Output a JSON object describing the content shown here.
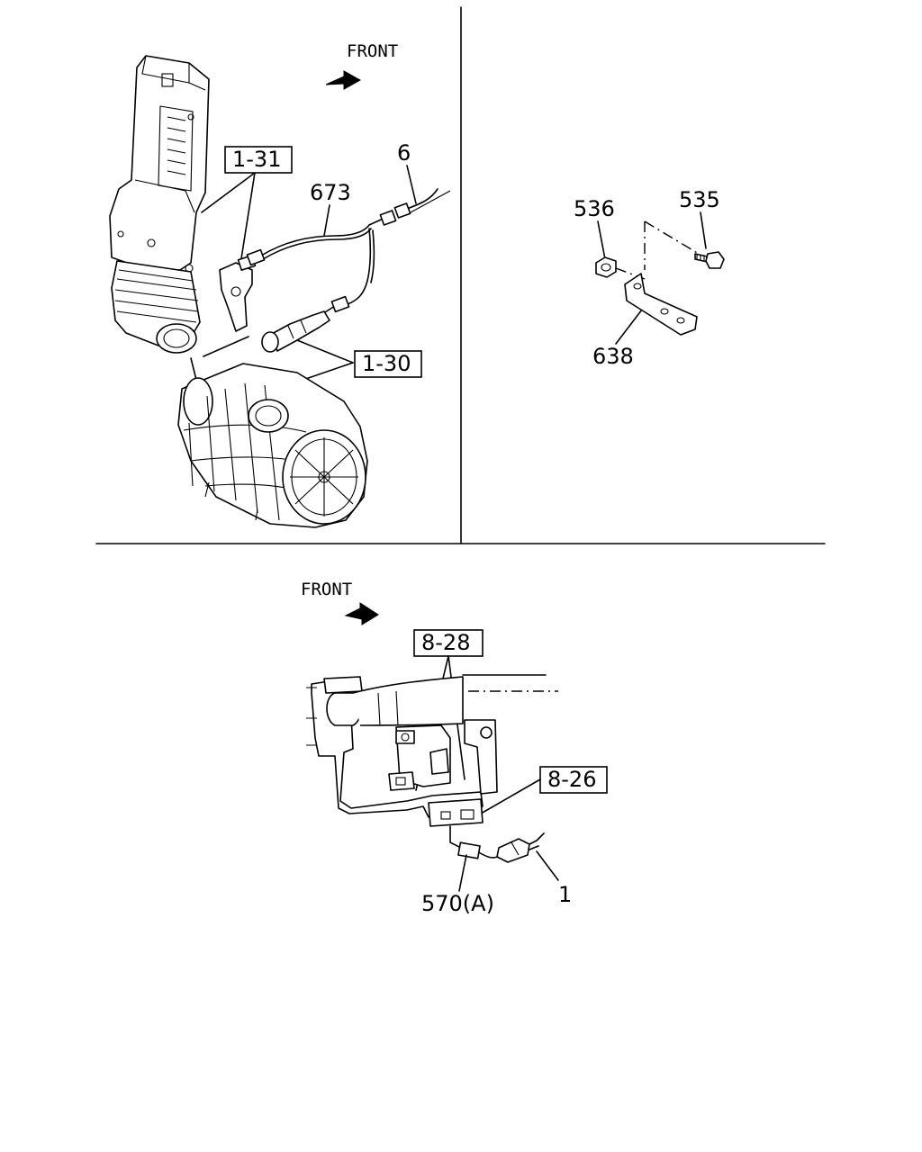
{
  "labels": {
    "front_top": "FRONT",
    "front_bottom": "FRONT",
    "ref_1_31": "1-31",
    "ref_1_30": "1-30",
    "ref_8_28": "8-28",
    "ref_8_26": "8-26",
    "part_6": "6",
    "part_673": "673",
    "part_536": "536",
    "part_535": "535",
    "part_638": "638",
    "part_570a": "570(A)",
    "part_1": "1"
  }
}
